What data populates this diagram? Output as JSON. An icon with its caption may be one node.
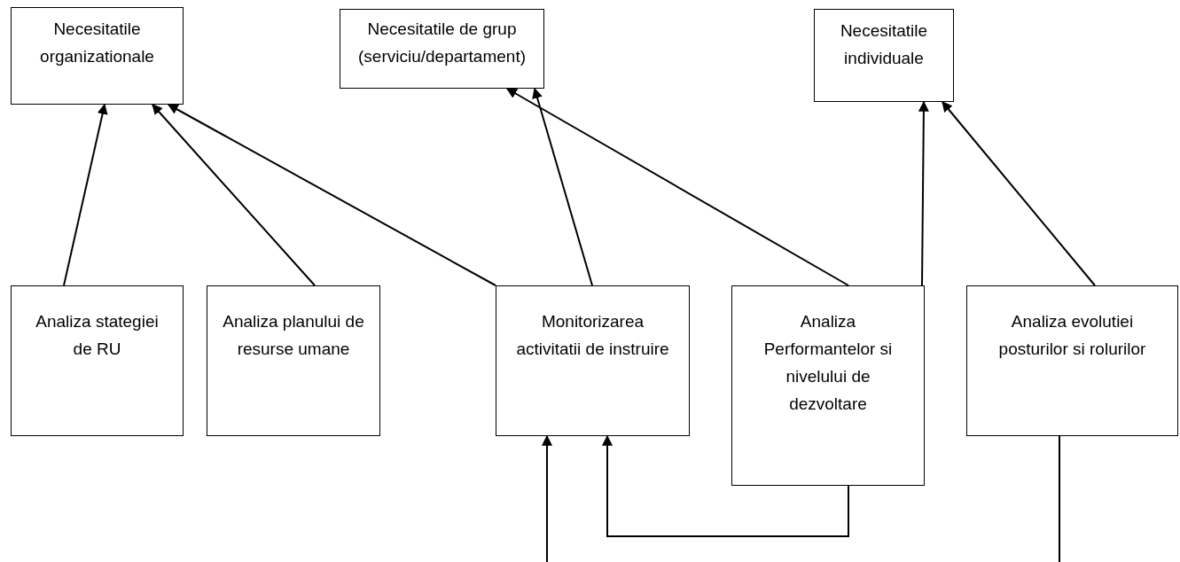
{
  "diagram": {
    "nodes": [
      {
        "text": [
          "Necesitatile organizationale"
        ]
      },
      {
        "text": [
          "Necesitatile de grup (serviciu/departament)"
        ]
      },
      {
        "text": [
          "Necesitatile individuale"
        ]
      },
      {
        "text": [
          "Analiza stategiei de RU"
        ]
      },
      {
        "text": [
          "Analiza planului de resurse umane"
        ]
      },
      {
        "text": [
          "Monitorizarea activitatii de instruire"
        ]
      },
      {
        "text": [
          "Analiza Performantelor si nivelului de dezvoltare"
        ]
      },
      {
        "text": [
          "Analiza evolutiei posturilor si rolurilor"
        ]
      }
    ],
    "edges": [
      {
        "from": 3,
        "to": 0,
        "arrow": "to"
      },
      {
        "from": 4,
        "to": 0,
        "arrow": "to"
      },
      {
        "from": 5,
        "to": 0,
        "arrow": "to"
      },
      {
        "from": 5,
        "to": 1,
        "arrow": "to"
      },
      {
        "from": 6,
        "to": 1,
        "arrow": "to"
      },
      {
        "from": 6,
        "to": 2,
        "arrow": "to"
      },
      {
        "from": 7,
        "to": 2,
        "arrow": "to"
      },
      {
        "from": null,
        "to": 5,
        "arrow": "to"
      },
      {
        "from": 6,
        "to": 5,
        "arrow": "to"
      },
      {
        "from": 7,
        "to": null,
        "arrow": "none"
      }
    ]
  }
}
